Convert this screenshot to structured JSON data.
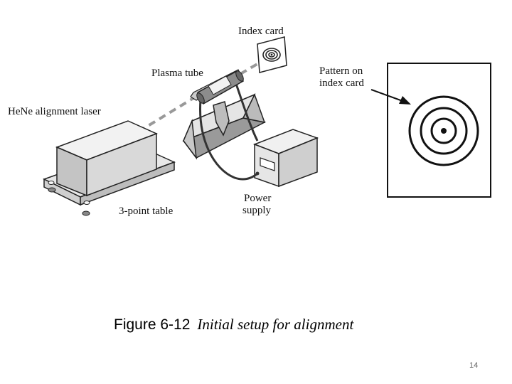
{
  "labels": {
    "index_card": "Index card",
    "plasma_tube": "Plasma tube",
    "alignment_laser": "HeNe alignment laser",
    "pattern_line1": "Pattern on",
    "pattern_line2": "index card",
    "power_line1": "Power",
    "power_line2": "supply",
    "table": "3-point table"
  },
  "caption": {
    "figure_number": "Figure 6-12",
    "text": "Initial setup for alignment"
  },
  "page_number": "14"
}
